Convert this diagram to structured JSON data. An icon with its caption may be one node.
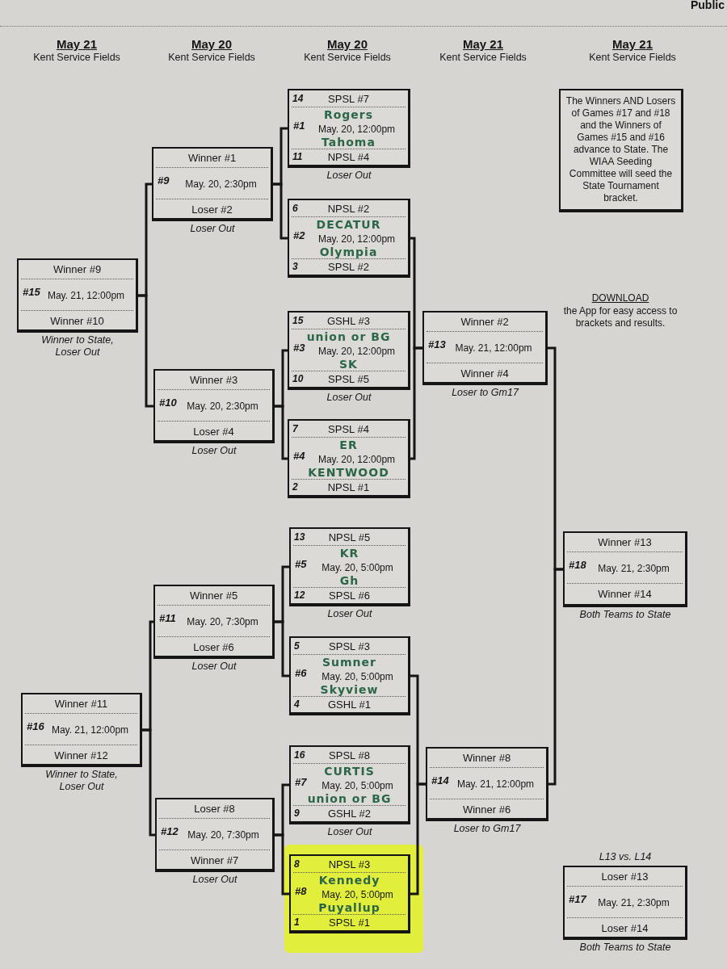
{
  "diagram": {
    "nodes": [
      {
        "text": [
          "Winner #9",
          "#15",
          "May. 21, 12:00pm",
          "Winner #10"
        ],
        "beside": [
          "Winner to State, Loser Out"
        ]
      },
      {
        "text": [
          "Winner #11",
          "#16",
          "May. 21, 12:00pm",
          "Winner #12"
        ],
        "beside": [
          "Winner to State, Loser Out"
        ]
      },
      {
        "text": [
          "Winner #1",
          "#9",
          "May. 20, 2:30pm",
          "Loser #2"
        ],
        "beside": [
          "Loser Out"
        ]
      },
      {
        "text": [
          "Winner #3",
          "#10",
          "May. 20, 2:30pm",
          "Loser #4"
        ],
        "beside": [
          "Loser Out"
        ]
      },
      {
        "text": [
          "Winner #5",
          "#11",
          "May. 20, 7:30pm",
          "Loser #6"
        ],
        "beside": [
          "Loser Out"
        ]
      },
      {
        "text": [
          "Loser #8",
          "#12",
          "May. 20, 7:30pm",
          "Winner #7"
        ],
        "beside": [
          "Loser Out"
        ]
      },
      {
        "text": [
          "14",
          "SPSL #7",
          "Rogers",
          "#1",
          "May. 20, 12:00pm",
          "Tahoma",
          "11",
          "NPSL #4"
        ],
        "beside": [
          "Loser Out"
        ]
      },
      {
        "text": [
          "6",
          "NPSL #2",
          "DECATUR",
          "#2",
          "May. 20, 12:00pm",
          "Olympia",
          "3",
          "SPSL #2"
        ]
      },
      {
        "text": [
          "15",
          "GSHL #3",
          "union or BG",
          "#3",
          "May. 20, 12:00pm",
          "SK",
          "10",
          "SPSL #5"
        ],
        "beside": [
          "Loser Out"
        ]
      },
      {
        "text": [
          "7",
          "SPSL #4",
          "ER",
          "#4",
          "May. 20, 12:00pm",
          "KENTWOOD",
          "2",
          "NPSL #1"
        ]
      },
      {
        "text": [
          "13",
          "NPSL #5",
          "KR",
          "#5",
          "May. 20, 5:00pm",
          "Gh",
          "12",
          "SPSL #6"
        ],
        "beside": [
          "Loser Out"
        ]
      },
      {
        "text": [
          "5",
          "SPSL #3",
          "Sumner",
          "#6",
          "May. 20, 5:00pm",
          "Skyview",
          "4",
          "GSHL #1"
        ]
      },
      {
        "text": [
          "16",
          "SPSL #8",
          "CURTIS",
          "#7",
          "May. 20, 5:00pm",
          "union or BG",
          "9",
          "GSHL #2"
        ],
        "beside": [
          "Loser Out"
        ]
      },
      {
        "text": [
          "8",
          "NPSL #3",
          "Kennedy",
          "#8",
          "May. 20, 5:00pm",
          "Puyallup",
          "1",
          "SPSL #1"
        ]
      },
      {
        "text": [
          "Winner #2",
          "#13",
          "May. 21, 12:00pm",
          "Winner #4"
        ],
        "beside": [
          "Loser to Gm17"
        ]
      },
      {
        "text": [
          "Winner #8",
          "#14",
          "May. 21, 12:00pm",
          "Winner #6"
        ],
        "beside": [
          "Loser to Gm17"
        ]
      },
      {
        "text": [
          "The Winners AND Losers of Games #17 and #18 and the Winners of Games #15 and #16 advance to State. The WIAA Seeding Committee will seed the State Tournament bracket."
        ]
      },
      {
        "text": [
          "Winner #13",
          "#18",
          "May. 21, 2:30pm",
          "Winner #14"
        ],
        "beside": [
          "Both Teams to State"
        ]
      },
      {
        "text": [
          "Loser #13",
          "#17",
          "May. 21, 2:30pm",
          "Loser #14"
        ],
        "beside": [
          "L13 vs. L14",
          "Both Teams to State"
        ]
      }
    ],
    "edges": [
      {
        "from": 6,
        "to": 2,
        "arrow": "none"
      },
      {
        "from": 7,
        "to": 2,
        "arrow": "none"
      },
      {
        "from": 8,
        "to": 3,
        "arrow": "none"
      },
      {
        "from": 9,
        "to": 3,
        "arrow": "none"
      },
      {
        "from": 10,
        "to": 4,
        "arrow": "none"
      },
      {
        "from": 11,
        "to": 4,
        "arrow": "none"
      },
      {
        "from": 12,
        "to": 5,
        "arrow": "none"
      },
      {
        "from": 13,
        "to": 5,
        "arrow": "none"
      },
      {
        "from": 2,
        "to": 0,
        "arrow": "none"
      },
      {
        "from": 3,
        "to": 0,
        "arrow": "none"
      },
      {
        "from": 4,
        "to": 1,
        "arrow": "none"
      },
      {
        "from": 5,
        "to": 1,
        "arrow": "none"
      },
      {
        "from": 7,
        "to": 14,
        "arrow": "none"
      },
      {
        "from": 9,
        "to": 14,
        "arrow": "none"
      },
      {
        "from": 11,
        "to": 15,
        "arrow": "none"
      },
      {
        "from": 13,
        "to": 15,
        "arrow": "none"
      },
      {
        "from": 14,
        "to": 17,
        "arrow": "none"
      },
      {
        "from": 15,
        "to": 17,
        "arrow": "none"
      }
    ],
    "labels": [
      "Public",
      "May 21",
      "Kent Service Fields",
      "May 20",
      "Kent Service Fields",
      "May 20",
      "Kent Service Fields",
      "May 21",
      "Kent Service Fields",
      "May 21",
      "Kent Service Fields",
      "DOWNLOAD",
      "the App for easy access to brackets and results."
    ]
  }
}
